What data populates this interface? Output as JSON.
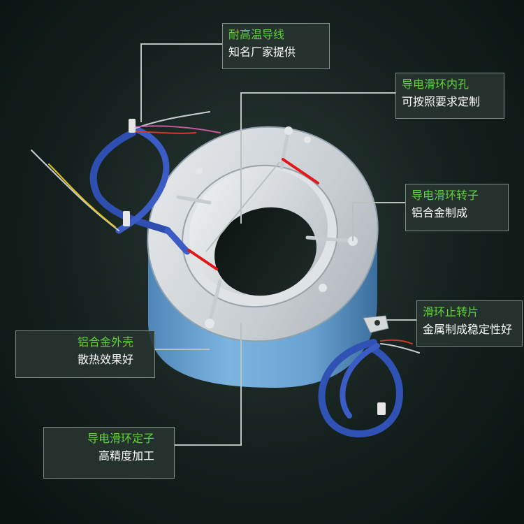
{
  "callouts": [
    {
      "title": "耐高温导线",
      "desc": "知名厂家提供"
    },
    {
      "title": "导电滑环内孔",
      "desc": "可按照要求定制"
    },
    {
      "title": "导电滑环转子",
      "desc": "铝合金制成"
    },
    {
      "title": "滑环止转片",
      "desc": "金属制成稳定性好"
    },
    {
      "title": "铝合金外壳",
      "desc": "散热效果好"
    },
    {
      "title": "导电滑环定子",
      "desc": "高精度加工"
    }
  ],
  "colors": {
    "title_green": "#5fd23a",
    "body_blue": "#6ea8d8",
    "marker_red": "#e0181a"
  }
}
